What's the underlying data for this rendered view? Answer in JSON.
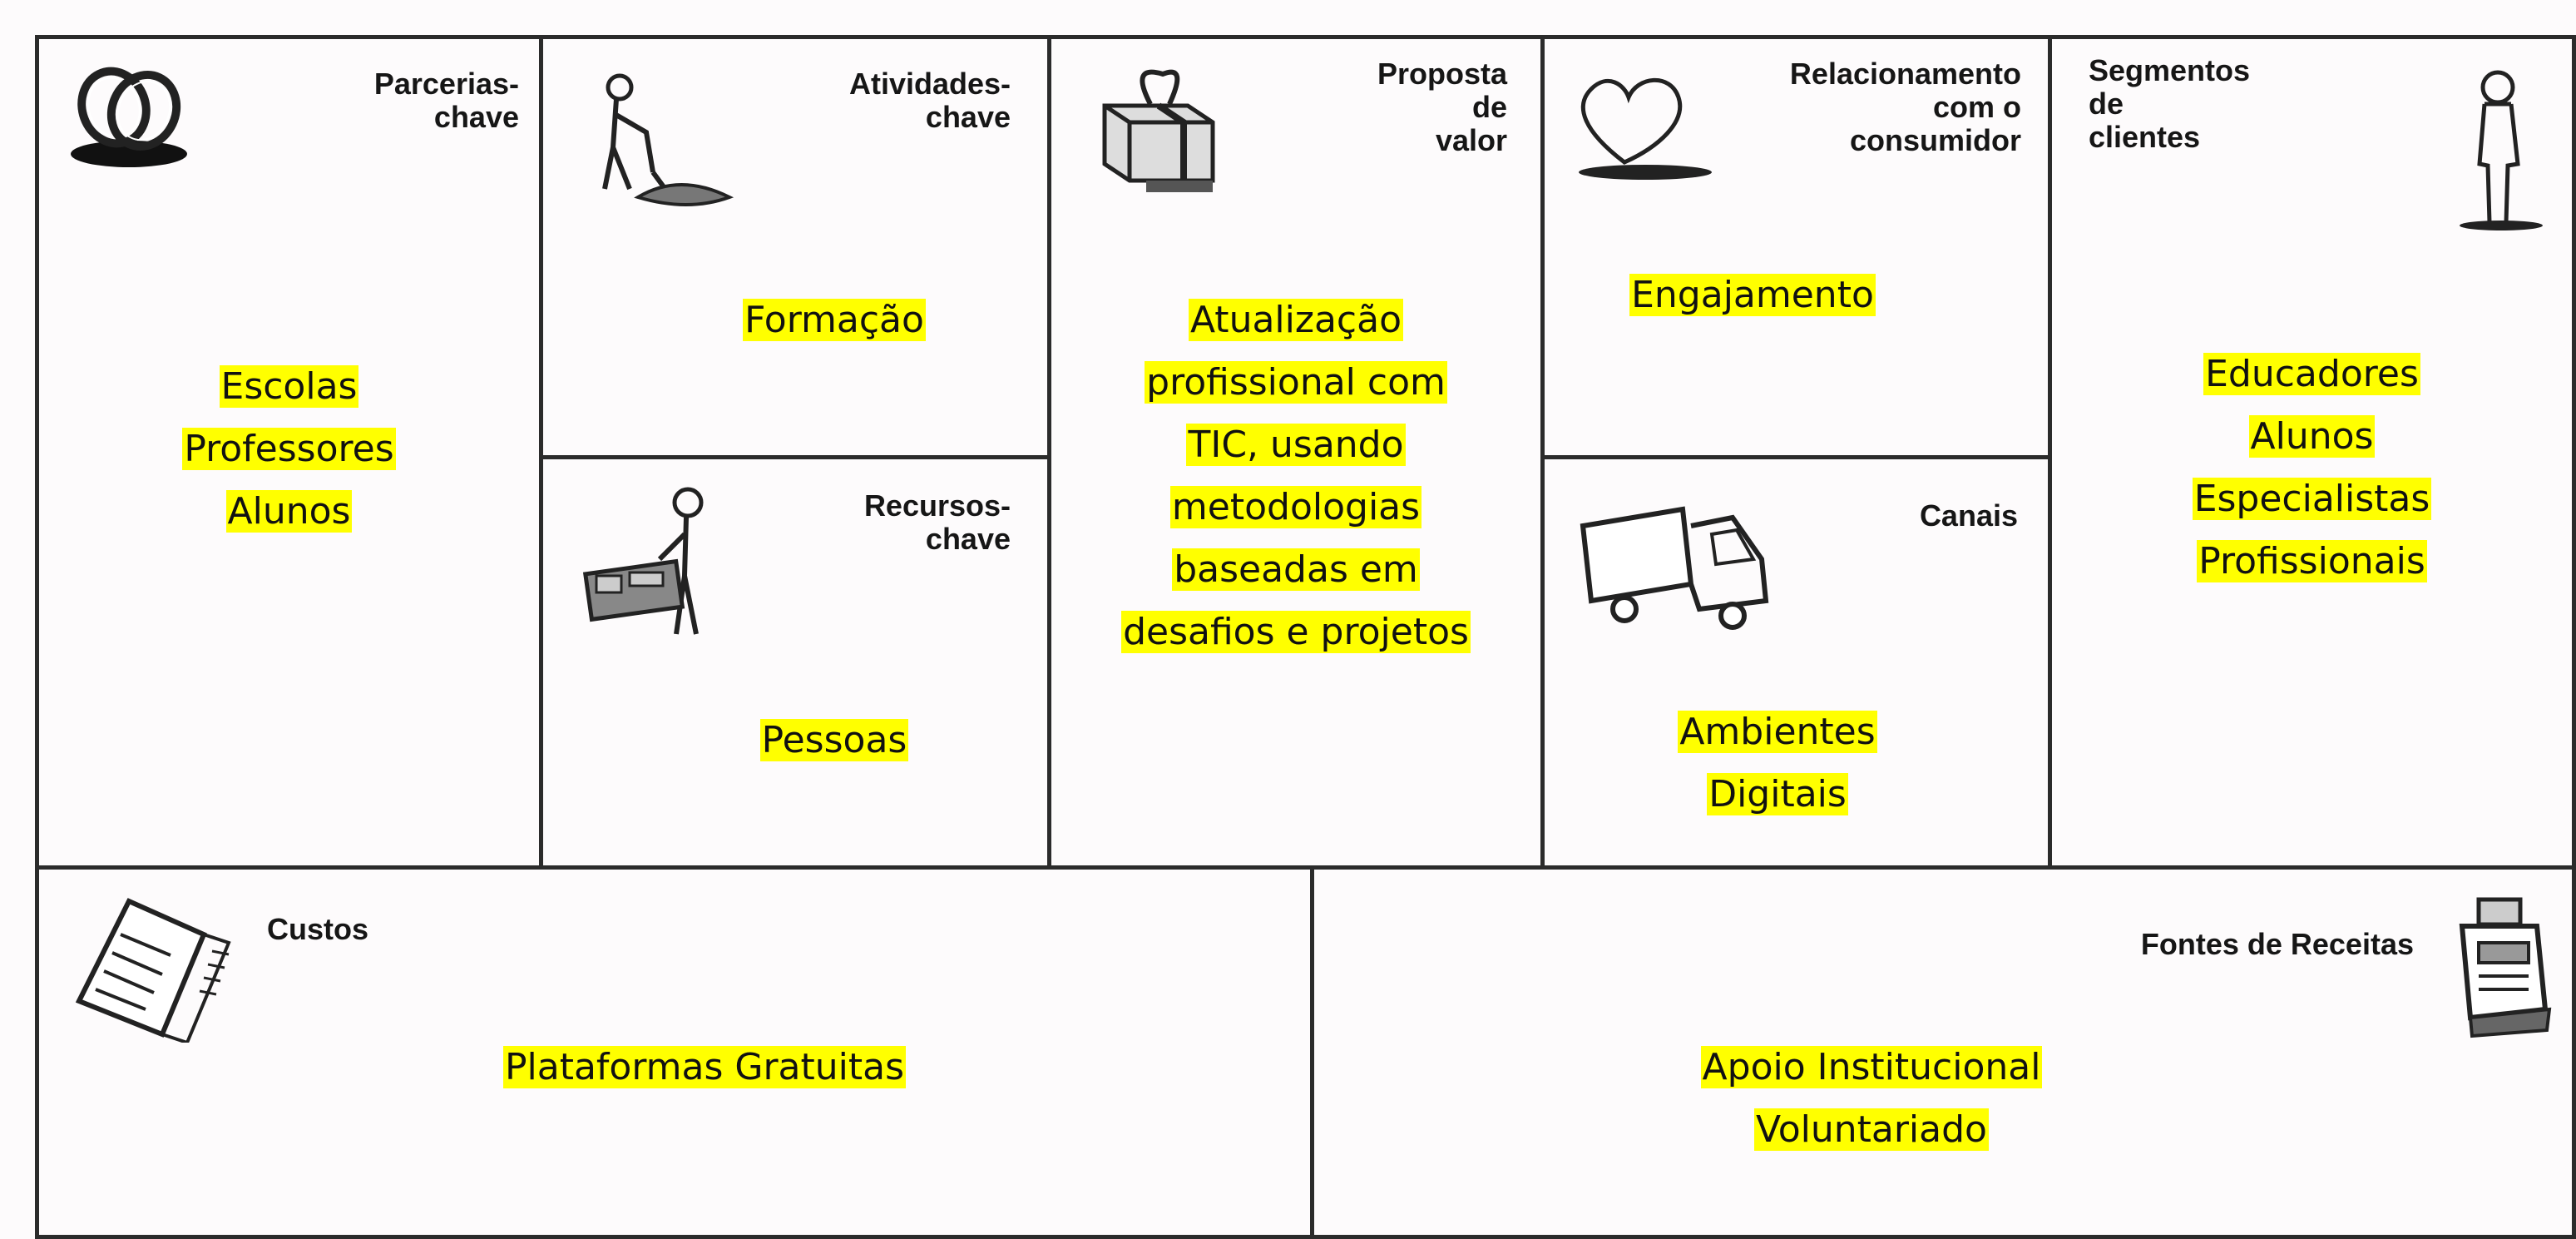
{
  "canvas": {
    "highlight_color": "#ffff00",
    "line_color": "#2b2b2b",
    "background": "#fdfbfc"
  },
  "blocks": {
    "partners": {
      "title": "Parcerias-\nchave",
      "icon": "linked-rings-icon",
      "lines": [
        "Escolas",
        "Professores",
        "Alunos"
      ]
    },
    "activities": {
      "title": "Atividades-\nchave",
      "icon": "person-shoveling-icon",
      "lines": [
        "Formação"
      ]
    },
    "resources": {
      "title": "Recursos-\nchave",
      "icon": "person-with-machine-icon",
      "lines": [
        "Pessoas"
      ]
    },
    "value_proposition": {
      "title": "Proposta\nde\nvalor",
      "icon": "gift-box-icon",
      "lines": [
        "Atualização",
        "profissional com",
        "TIC, usando",
        "metodologias",
        "baseadas em",
        "desafios e projetos"
      ]
    },
    "relationship": {
      "title": "Relacionamento\ncom o\nconsumidor",
      "icon": "heart-icon",
      "lines": [
        "Engajamento"
      ]
    },
    "channels": {
      "title": "Canais",
      "icon": "truck-icon",
      "lines": [
        "Ambientes",
        "Digitais"
      ]
    },
    "segments": {
      "title": "Segmentos\nde\nclientes",
      "icon": "standing-person-icon",
      "lines": [
        "Educadores",
        "Alunos",
        "Especialistas",
        "Profissionais"
      ]
    },
    "costs": {
      "title": "Custos",
      "icon": "invoice-paper-icon",
      "lines": [
        "Plataformas Gratuitas"
      ]
    },
    "revenue": {
      "title": "Fontes de Receitas",
      "icon": "cash-register-icon",
      "lines": [
        "Apoio Institucional",
        "Voluntariado"
      ]
    }
  }
}
